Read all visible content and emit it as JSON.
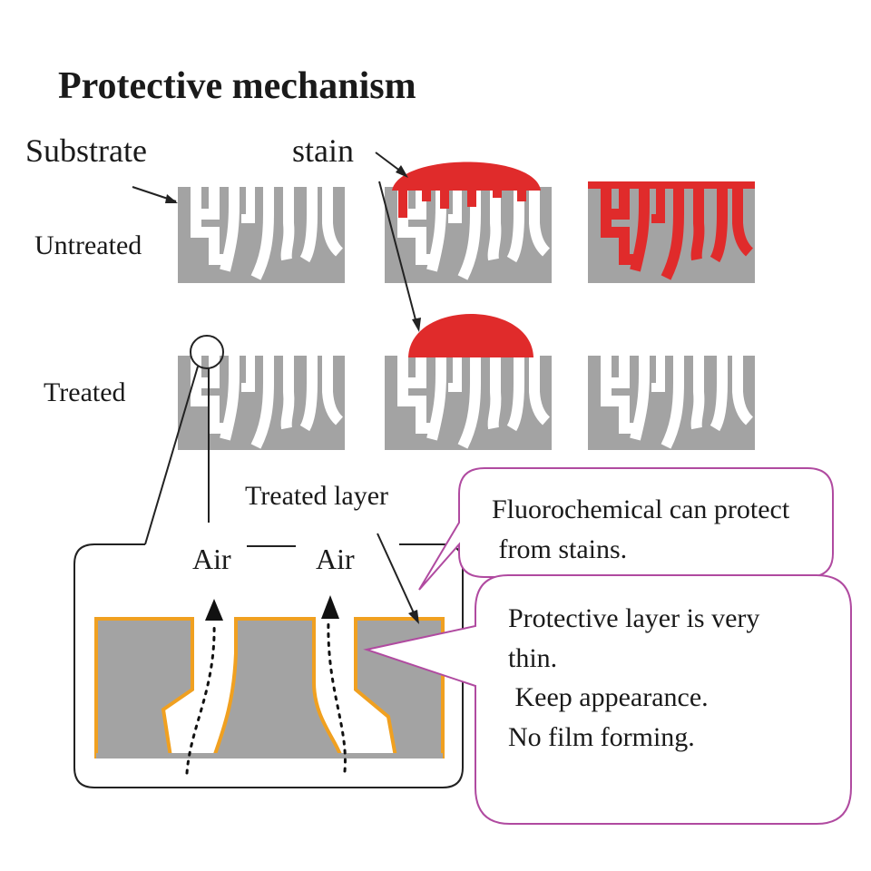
{
  "title": "Protective mechanism",
  "labels": {
    "substrate": "Substrate",
    "stain": "stain",
    "untreated": "Untreated",
    "treated": "Treated",
    "treated_layer": "Treated layer",
    "air": "Air"
  },
  "callouts": {
    "fluorochemical": [
      "Fluorochemical can protect",
      " from stains."
    ],
    "protective_layer": [
      "Protective layer is very",
      "thin.",
      " Keep appearance.",
      "No film forming."
    ]
  },
  "colors": {
    "substrate_gray": "#a3a3a3",
    "stain_red": "#e02b2b",
    "treated_layer_orange": "#f0a020",
    "callout_border": "#b04aa0",
    "pore_white": "#ffffff",
    "line_dark": "#222222"
  }
}
